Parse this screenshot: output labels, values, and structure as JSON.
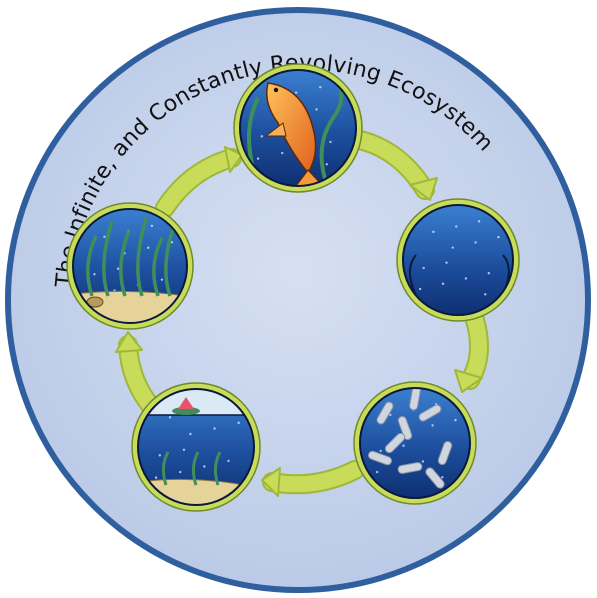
{
  "title": "The Infinite, and Constantly Revolving Ecosystem",
  "colors": {
    "outer_ring": "#2f5f9e",
    "outer_fill": "#c5d2ea",
    "arrow": "#c8dc5a",
    "arrow_dark": "#9fb83a",
    "node_ring": "#c8dc5a",
    "water_top": "#1d4f9e",
    "water_bottom": "#0f2f72",
    "sand": "#e6d39a",
    "plant": "#3f8f5a",
    "fish": "#f08a24",
    "bacteria": "#cfd6df",
    "lily": "#e8556b",
    "text": "#111111"
  },
  "stages": [
    {
      "id": "fish",
      "icon": "koi-fish-icon"
    },
    {
      "id": "decomposing-water",
      "icon": "empty-water-icon"
    },
    {
      "id": "bacteria",
      "icon": "bacteria-icon"
    },
    {
      "id": "pond-surface",
      "icon": "lily-pond-icon"
    },
    {
      "id": "plants",
      "icon": "seagrass-icon"
    }
  ]
}
